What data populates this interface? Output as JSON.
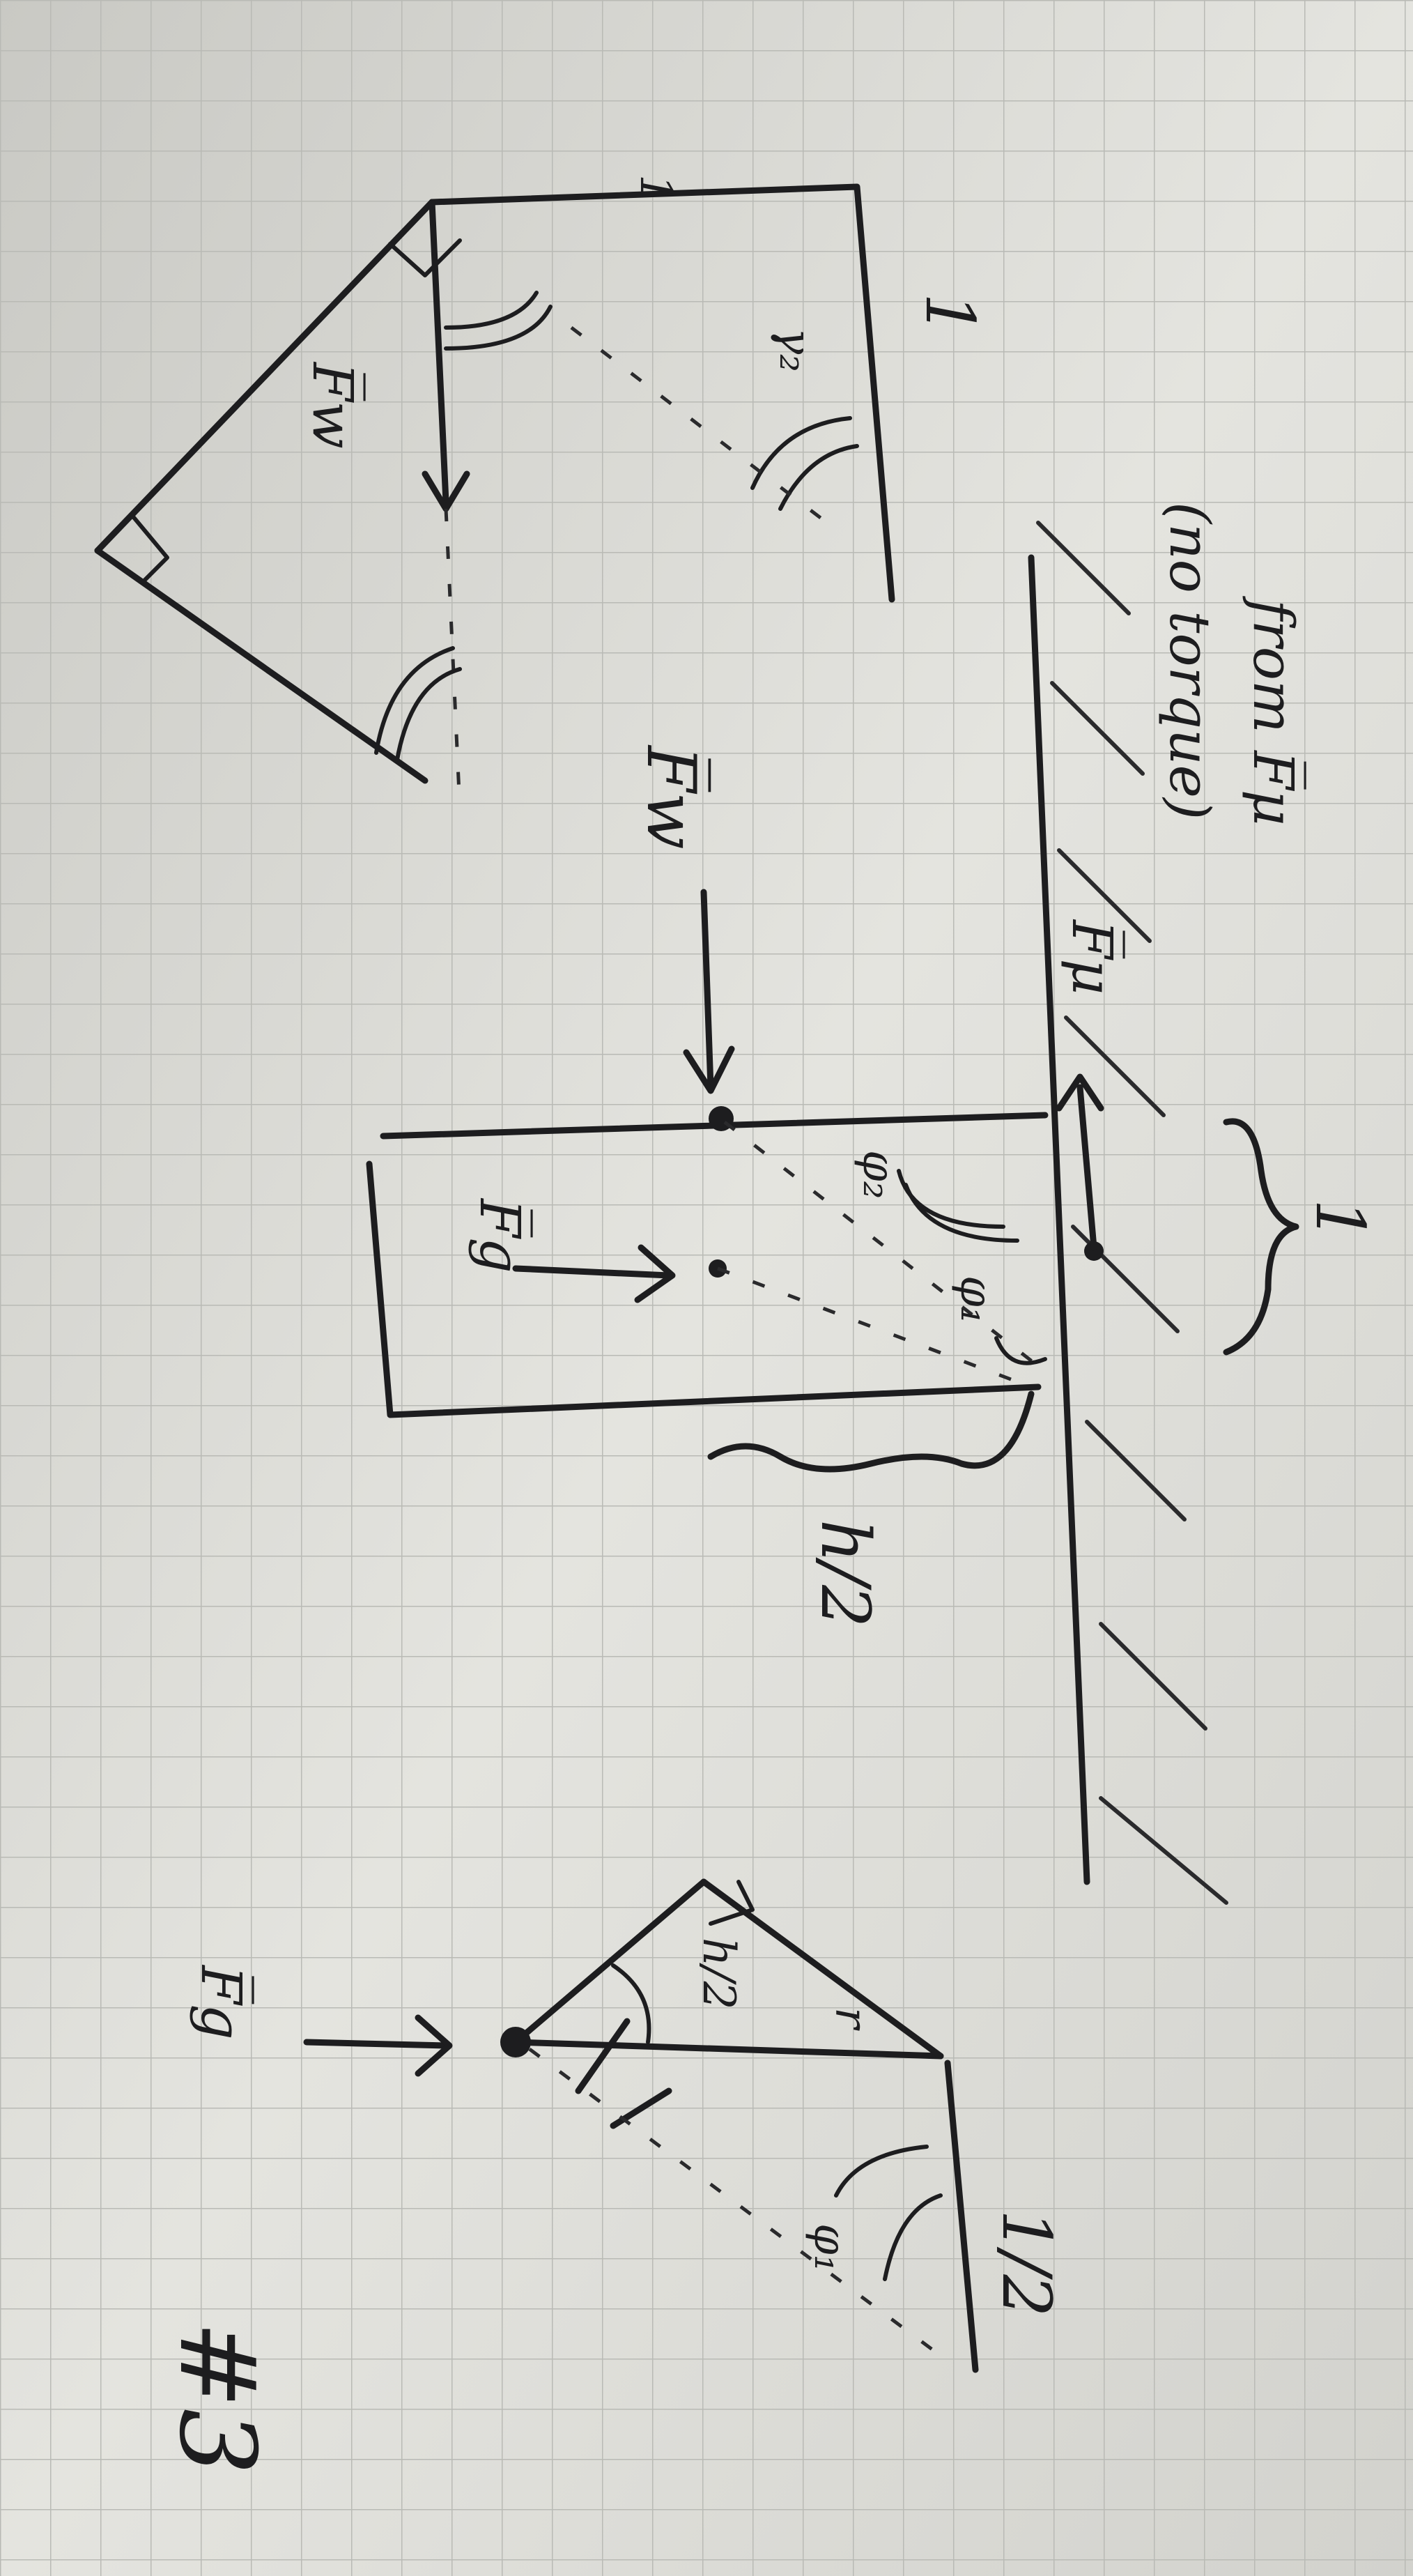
{
  "figure": {
    "problem_number": "#3",
    "top_sketch": {
      "width_label": "1",
      "side_label": "1",
      "force_label": "F̅w",
      "angle_label": "γ₂"
    },
    "middle_sketch": {
      "gravity_label": "F̅g",
      "wind_force_label": "F̅w",
      "friction_label": "F̅μ",
      "half_height_label": "h/2",
      "base_label": "1",
      "angle1_label": "φ₁",
      "angle2_label": "φ₂",
      "note_line1": "(no torque)",
      "note_line2": "from F̅μ"
    },
    "bottom_sketch": {
      "gravity_label": "F̅g",
      "half_height_label": "h/2",
      "half_base_label": "1/2",
      "hyp_label": "r",
      "angle_label": "φ₁"
    }
  }
}
